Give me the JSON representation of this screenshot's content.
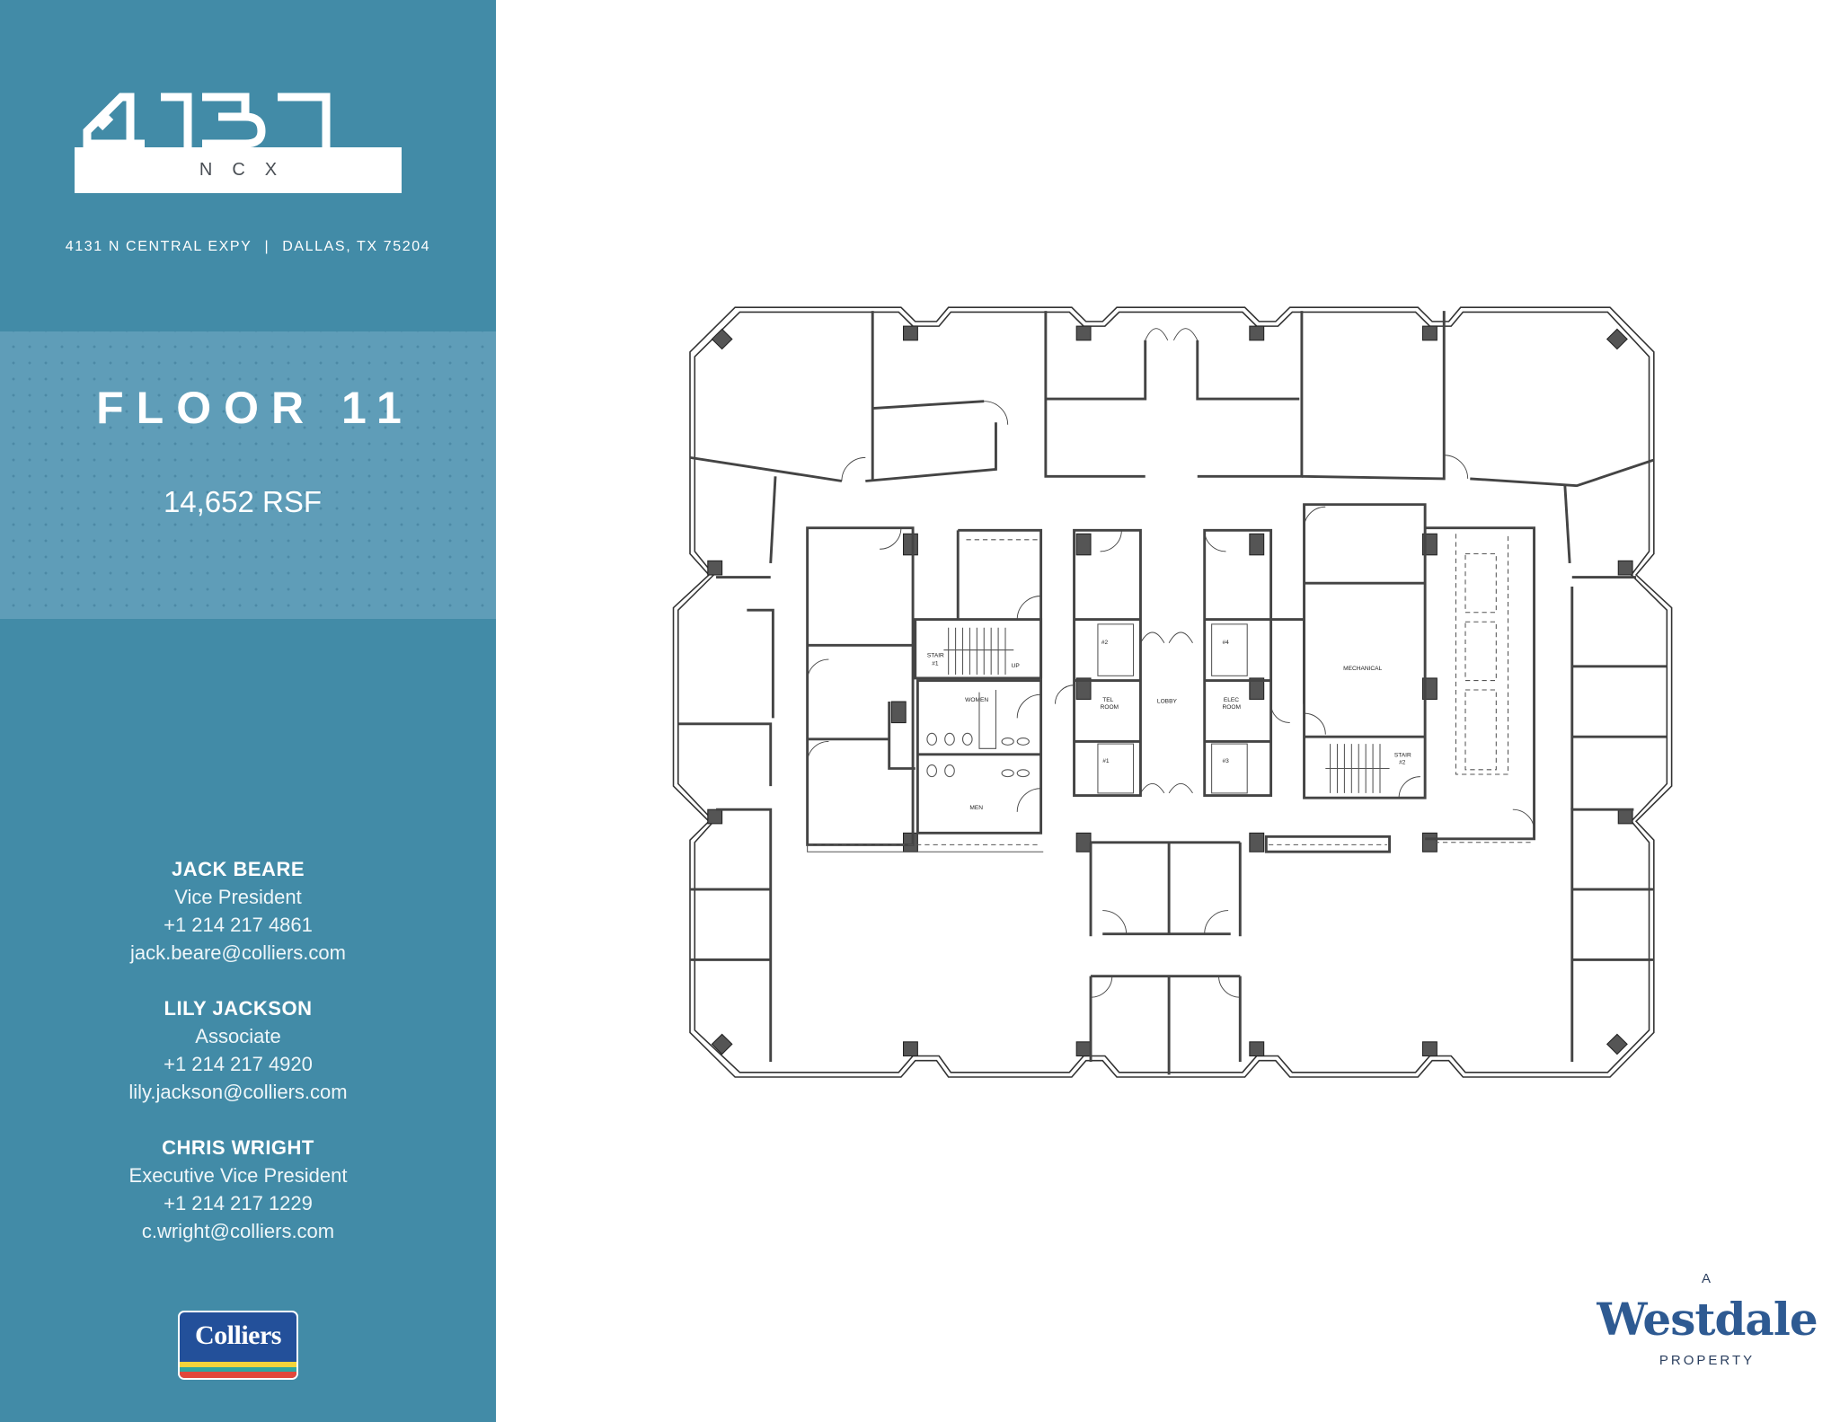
{
  "building": {
    "logo_number": "4131",
    "logo_sub": "NCX",
    "address_street": "4131 N CENTRAL EXPY",
    "address_separator": "|",
    "address_city": "DALLAS, TX 75204"
  },
  "floor": {
    "title": "FLOOR 11",
    "rsf": "14,652 RSF"
  },
  "contacts": [
    {
      "name": "JACK BEARE",
      "title": "Vice President",
      "phone": "+1 214 217 4861",
      "email": "jack.beare@colliers.com"
    },
    {
      "name": "LILY JACKSON",
      "title": "Associate",
      "phone": "+1 214 217 4920",
      "email": "lily.jackson@colliers.com"
    },
    {
      "name": "CHRIS WRIGHT",
      "title": "Executive Vice President",
      "phone": "+1 214 217 1229",
      "email": "c.wright@colliers.com"
    }
  ],
  "brokerage_logo": {
    "text": "Colliers",
    "colors": [
      "#23509a",
      "#f3d43b",
      "#2fa6a0",
      "#e2463a"
    ]
  },
  "owner_logo": {
    "prefix": "A",
    "name": "Westdale",
    "suffix": "PROPERTY",
    "color": "#2e5a92"
  },
  "floorplan": {
    "labels": {
      "stair1": "STAIR",
      "stair1_num": "#1",
      "up": "UP",
      "women": "WOMEN",
      "men": "MEN",
      "tel_room_1": "TEL",
      "tel_room_2": "ROOM",
      "lobby": "LOBBY",
      "elec_room_1": "ELEC",
      "elec_room_2": "ROOM",
      "mechanical": "MECHANICAL",
      "stair2": "STAIR",
      "stair2_num": "#2",
      "elev1": "#1",
      "elev2": "#2",
      "elev3": "#3",
      "elev4": "#4"
    }
  },
  "colors": {
    "sidebar": "#428ba7",
    "band": "#5f9db8",
    "text_light": "#ffffff"
  }
}
